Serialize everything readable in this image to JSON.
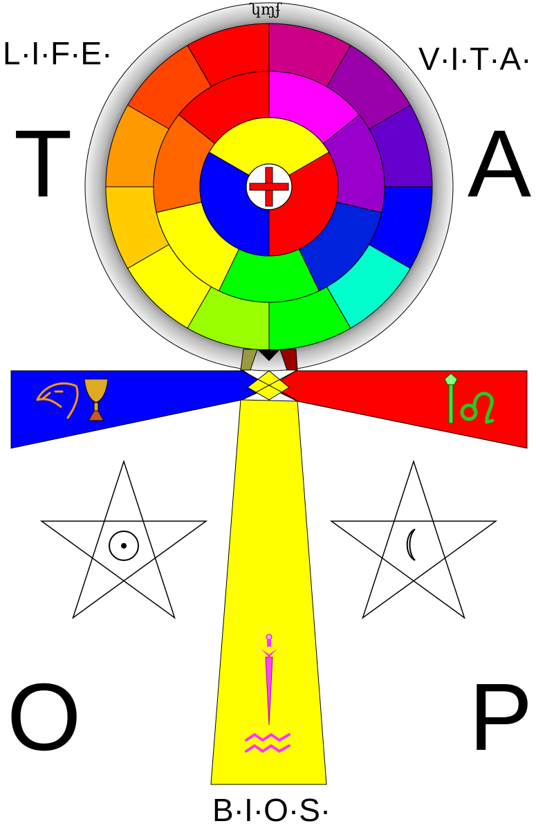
{
  "labels": {
    "top_left": "L·I·F·E·",
    "top_right": "V·I·T·A·",
    "bottom": "B·I·O·S·"
  },
  "letters": {
    "t": "T",
    "a": "A",
    "o": "O",
    "p": "P"
  },
  "ring_script": "ʮɱʄ",
  "rose": {
    "outer_ring_colors": [
      "#ff0000",
      "#ff4400",
      "#ff9900",
      "#ffcc00",
      "#ffff00",
      "#99ff00",
      "#00ff00",
      "#00ffcc",
      "#0000ff",
      "#6600cc",
      "#9900aa",
      "#cc0088"
    ],
    "middle_ring_colors": [
      "#ff0000",
      "#ff6600",
      "#ffff00",
      "#00ff00",
      "#0022dd",
      "#9900cc",
      "#ff00ff"
    ],
    "inner_ring_colors": [
      "#ffff00",
      "#ff0000",
      "#0000ff"
    ],
    "center_cross_color": "#ff0000"
  },
  "arms": {
    "left_color": "#0000ff",
    "right_color": "#ff0000",
    "bottom_color": "#ffff00",
    "left_symbols": [
      "eagle-head-icon",
      "cup-icon"
    ],
    "right_symbols": [
      "wand-icon",
      "leo-icon"
    ],
    "bottom_symbols": [
      "dagger-icon",
      "aquarius-icon"
    ]
  },
  "pentagrams": {
    "left_symbol": "sun-icon",
    "right_symbol": "moon-icon"
  }
}
